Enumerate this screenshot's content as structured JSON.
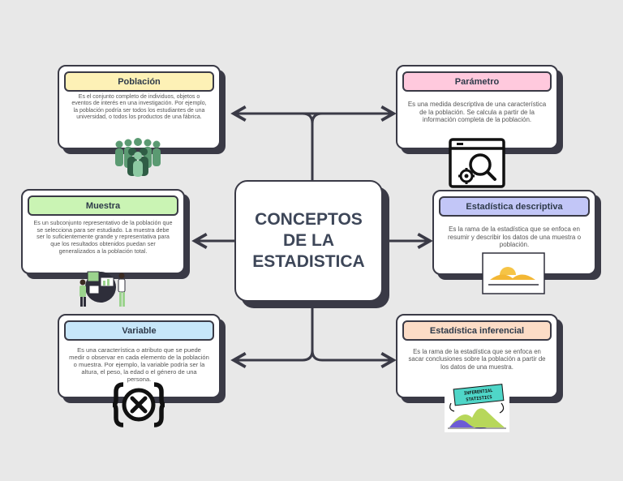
{
  "center": {
    "title": "CONCEPTOS\nDE LA\nESTADISTICA"
  },
  "colors": {
    "outline": "#3a3a46",
    "poblacion": "#fdf1b6",
    "parametro": "#ffc9dd",
    "muestra": "#caf4b4",
    "descriptiva": "#c2c6f7",
    "variable": "#c7e6f9",
    "inferencial": "#fcdcc6"
  },
  "cards": {
    "poblacion": {
      "title": "Población",
      "text": "Es el conjunto completo de individuos, objetos o eventos de interés en una investigación. Por ejemplo, la población podría ser todos los estudiantes de una universidad, o todos los productos de una fábrica.",
      "illustration": "group-of-people"
    },
    "parametro": {
      "title": "Parámetro",
      "text": "Es una medida descriptiva de una característica de la población. Se calcula a partir de la información completa de la población.",
      "illustration": "browser-search-gear-icon"
    },
    "muestra": {
      "title": "Muestra",
      "text": "Es un subconjunto representativo de la población que se selecciona para ser estudiado. La muestra debe ser lo suficientemente grande y representativa para que los resultados obtenidos puedan ser generalizados a la población total.",
      "illustration": "people-with-charts"
    },
    "descriptiva": {
      "title": "Estadística descriptiva",
      "text": "Es la rama de la estadística que se enfoca en resumir y describir los datos de una muestra o población.",
      "illustration": "landscape-sun-picture"
    },
    "variable": {
      "title": "Variable",
      "text": "Es una característica o atributo que se puede medir o observar en cada elemento de la población o muestra. Por ejemplo, la variable podría ser la altura, el peso, la edad o el género de una persona.",
      "illustration": "variable-x-braces-icon"
    },
    "inferencial": {
      "title": "Estadística inferencial",
      "text": "Es la rama de la estadística que se enfoca en sacar conclusiones sobre la población a partir de los datos de una muestra.",
      "illustration": "inferential-statistics-chart",
      "illustration_label": "INFERENTIAL STATISTICS"
    }
  }
}
